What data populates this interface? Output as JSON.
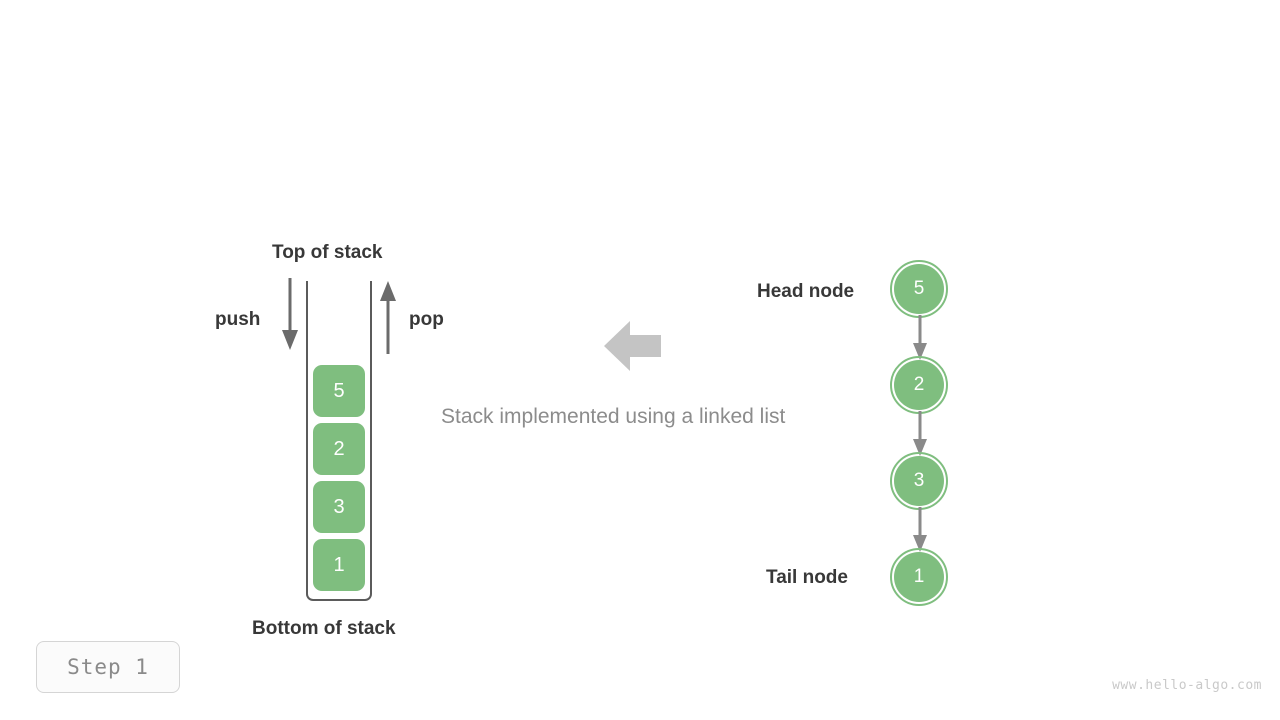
{
  "diagram": {
    "caption": "Stack implemented using a linked list",
    "step_badge": "Step  1",
    "watermark": "www.hello-algo.com",
    "colors": {
      "node_green": "#7fbe7f",
      "arrow_gray": "#6b6b6b",
      "big_arrow_gray": "#c4c4c4",
      "label_dark": "#383838",
      "muted_gray": "#8c8c8c",
      "badge_text": "#8a8a8a",
      "watermark": "#c9c9c9",
      "container_stroke": "#5b5b5b"
    }
  },
  "stack": {
    "top_label": "Top of stack",
    "bottom_label": "Bottom of stack",
    "push_label": "push",
    "pop_label": "pop",
    "push_icon": "arrow-down-icon",
    "pop_icon": "arrow-up-icon",
    "values": [
      "5",
      "2",
      "3",
      "1"
    ]
  },
  "linked_list": {
    "head_label": "Head node",
    "tail_label": "Tail node",
    "nodes": [
      {
        "value": "5"
      },
      {
        "value": "2"
      },
      {
        "value": "3"
      },
      {
        "value": "1"
      }
    ],
    "link_icon": "arrow-down-icon"
  },
  "center": {
    "arrow_icon": "arrow-left-icon"
  }
}
